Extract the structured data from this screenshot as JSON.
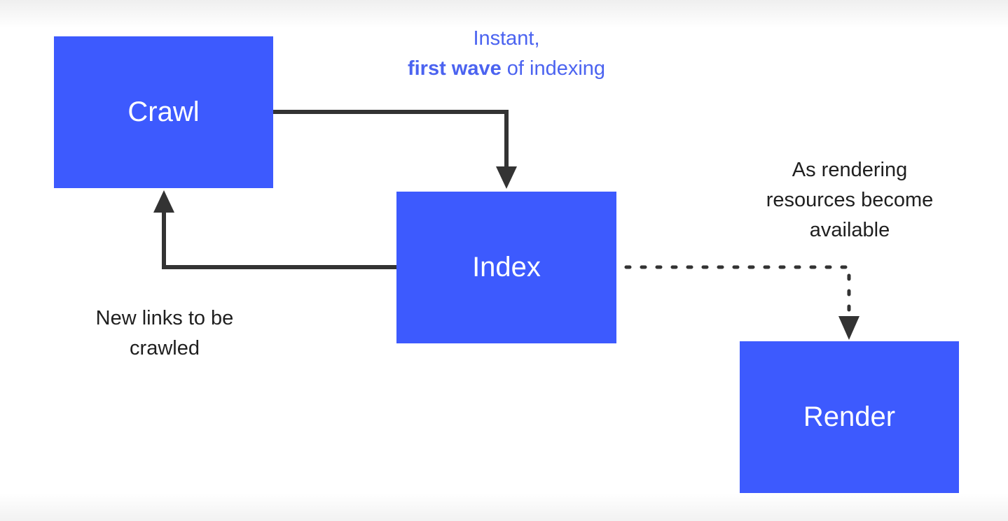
{
  "boxes": {
    "crawl": "Crawl",
    "index": "Index",
    "render": "Render"
  },
  "annotations": {
    "first_wave_line1": "Instant,",
    "first_wave_bold": "first wave",
    "first_wave_rest": " of indexing",
    "new_links_line1": "New links to be",
    "new_links_line2": "crawled",
    "rendering_line1": "As rendering",
    "rendering_line2": "resources become",
    "rendering_line3": "available"
  },
  "colors": {
    "box": "#3d5afe",
    "box_text": "#ffffff",
    "highlight_text": "#4b63f0",
    "arrow": "#333333"
  }
}
